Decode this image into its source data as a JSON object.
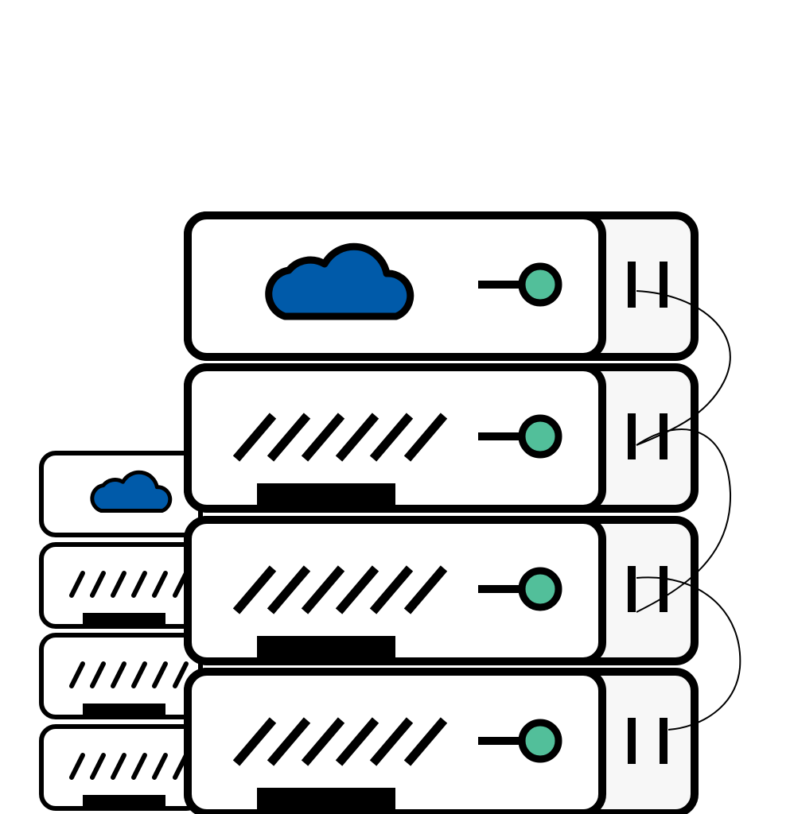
{
  "illustration": {
    "subject": "server-rack-stack",
    "colors": {
      "outline": "#000000",
      "panel": "#ffffff",
      "side_panel": "#f7f7f7",
      "cloud": "#005aa9",
      "led": "#52bf9a"
    },
    "large_stack_units": 4,
    "small_stack_units": 4
  }
}
